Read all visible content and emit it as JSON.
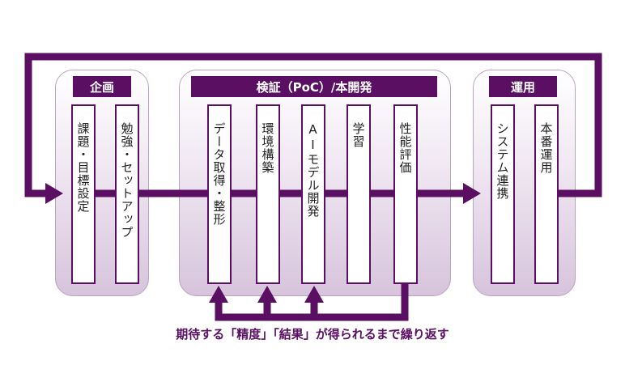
{
  "colors": {
    "accent": "#5a0f63"
  },
  "groups": {
    "planning": {
      "title": "企画",
      "steps": [
        "課題・目標設定",
        "勉強・セットアップ"
      ]
    },
    "poc": {
      "title": "検証（PoC）/本開発",
      "steps": [
        "データ取得・整形",
        "環境構築",
        "AIモデル開発",
        "学習",
        "性能評価"
      ]
    },
    "operation": {
      "title": "運用",
      "steps": [
        "システム連携",
        "本番運用"
      ]
    }
  },
  "caption": "期待する「精度」「結果」が得られるまで繰り返す"
}
